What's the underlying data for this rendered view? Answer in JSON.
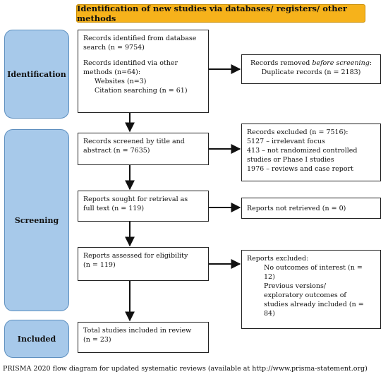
{
  "header": "Identification of new studies via databases/ registers/ other methods",
  "phases": {
    "identification": "Identification",
    "screening": "Screening",
    "included": "Included"
  },
  "identified": {
    "database": [
      "Records identified from database",
      "search (n = 9754)"
    ],
    "other": [
      "Records identified via other",
      "methods (n=64):"
    ],
    "websites": "Websites (n=3)",
    "citation": "Citation searching (n = 61)"
  },
  "removed": {
    "line1": "Records removed before screening:",
    "line2": "Duplicate records (n = 2183)"
  },
  "screened": [
    "Records screened by title and",
    "abstract (n = 7635)"
  ],
  "excluded": [
    "Records excluded (n = 7516):",
    "5127 – irrelevant focus",
    "413 – not randomized controlled",
    "studies or Phase I studies",
    "1976 – reviews and case report"
  ],
  "sought": [
    "Reports sought for retrieval as",
    "full text (n = 119)"
  ],
  "not_retrieved": "Reports not retrieved (n = 0)",
  "assessed": [
    "Reports assessed for eligibility",
    "(n = 119)"
  ],
  "reports_excluded": {
    "title": "Reports excluded:",
    "items": [
      "No outcomes of interest (n =",
      "12)",
      "Previous versions/",
      "exploratory outcomes of",
      "studies already included (n =",
      "84)"
    ]
  },
  "included": [
    "Total studies included in review",
    "(n = 23)"
  ],
  "footer": "PRISMA 2020 flow diagram for updated systematic reviews (available at http://www.prisma-statement.org)"
}
